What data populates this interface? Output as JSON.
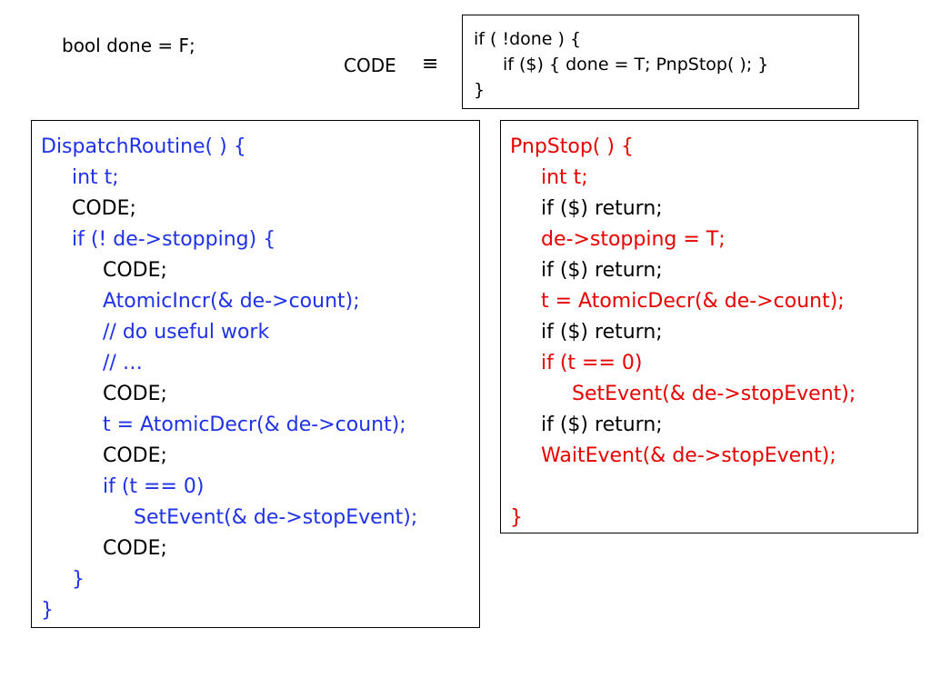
{
  "colors": {
    "blue": "#1f32e6",
    "red": "#e60000",
    "black": "#000000"
  },
  "header": {
    "declaration": "bool done = F;",
    "code_label": "CODE",
    "equiv_symbol": "≡"
  },
  "macro_box": {
    "lines": [
      {
        "text": "if ( !done ) {",
        "indent": 0
      },
      {
        "text": "if ($) { done = T; PnpStop( ); }",
        "indent": 1
      },
      {
        "text": "}",
        "indent": 0
      }
    ]
  },
  "dispatch_routine": {
    "lines": [
      {
        "text": "DispatchRoutine( ) {",
        "indent": 0,
        "color": "blue"
      },
      {
        "text": "int t;",
        "indent": 1,
        "color": "blue"
      },
      {
        "text": "CODE;",
        "indent": 1,
        "color": "black"
      },
      {
        "text": "if (! de->stopping) {",
        "indent": 1,
        "color": "blue"
      },
      {
        "text": "CODE;",
        "indent": 2,
        "color": "black"
      },
      {
        "text": "AtomicIncr(& de->count);",
        "indent": 2,
        "color": "blue"
      },
      {
        "text": "// do useful work",
        "indent": 2,
        "color": "blue"
      },
      {
        "text": "// …",
        "indent": 2,
        "color": "blue"
      },
      {
        "text": "CODE;",
        "indent": 2,
        "color": "black"
      },
      {
        "text": "t = AtomicDecr(& de->count);",
        "indent": 2,
        "color": "blue"
      },
      {
        "text": "CODE;",
        "indent": 2,
        "color": "black"
      },
      {
        "text": "if (t == 0)",
        "indent": 2,
        "color": "blue"
      },
      {
        "text": "SetEvent(& de->stopEvent);",
        "indent": 3,
        "color": "blue"
      },
      {
        "text": "CODE;",
        "indent": 2,
        "color": "black"
      },
      {
        "text": "}",
        "indent": 1,
        "color": "blue"
      },
      {
        "text": "}",
        "indent": 0,
        "color": "blue"
      }
    ]
  },
  "pnp_stop": {
    "lines": [
      {
        "text": "PnpStop( ) {",
        "indent": 0,
        "color": "red"
      },
      {
        "text": "int t;",
        "indent": 1,
        "color": "red"
      },
      {
        "text": "if ($) return;",
        "indent": 1,
        "color": "black"
      },
      {
        "text": "de->stopping = T;",
        "indent": 1,
        "color": "red"
      },
      {
        "text": "if ($) return;",
        "indent": 1,
        "color": "black"
      },
      {
        "text": "t = AtomicDecr(& de->count);",
        "indent": 1,
        "color": "red"
      },
      {
        "text": "if ($) return;",
        "indent": 1,
        "color": "black"
      },
      {
        "text": "if (t == 0)",
        "indent": 1,
        "color": "red"
      },
      {
        "text": "SetEvent(& de->stopEvent);",
        "indent": 2,
        "color": "red"
      },
      {
        "text": "if ($) return;",
        "indent": 1,
        "color": "black"
      },
      {
        "text": "WaitEvent(& de->stopEvent);",
        "indent": 1,
        "color": "red"
      },
      {
        "text": "",
        "indent": 0,
        "color": "red"
      },
      {
        "text": "}",
        "indent": 0,
        "color": "red"
      }
    ]
  }
}
